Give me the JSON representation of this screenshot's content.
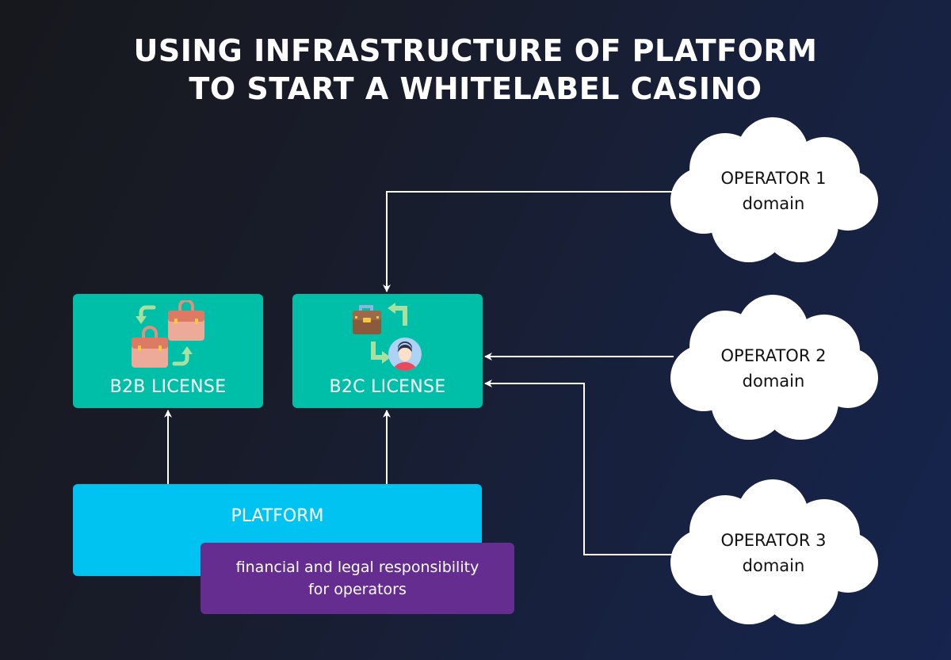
{
  "title": {
    "line1": "USING INFRASTRUCTURE OF PLATFORM",
    "line2": "TO START A WHITELABEL CASINO"
  },
  "licenses": [
    {
      "label": "B2B LICENSE",
      "icon": "briefcase-exchange-icon"
    },
    {
      "label": "B2C LICENSE",
      "icon": "briefcase-to-person-icon"
    }
  ],
  "platform": {
    "label": "PLATFORM",
    "responsibility_line1": "financial and legal responsibility",
    "responsibility_line2": "for operators"
  },
  "operators": [
    {
      "name": "OPERATOR 1",
      "sub": "domain"
    },
    {
      "name": "OPERATOR 2",
      "sub": "domain"
    },
    {
      "name": "OPERATOR 3",
      "sub": "domain"
    }
  ],
  "connections": [
    {
      "from": "PLATFORM",
      "to": "B2B LICENSE"
    },
    {
      "from": "PLATFORM",
      "to": "B2C LICENSE"
    },
    {
      "from": "OPERATOR 1",
      "to": "B2C LICENSE"
    },
    {
      "from": "OPERATOR 2",
      "to": "B2C LICENSE"
    },
    {
      "from": "OPERATOR 3",
      "to": "B2C LICENSE"
    }
  ],
  "colors": {
    "license": "#00BFA8",
    "platform": "#00C3F2",
    "responsibility": "#662D91",
    "cloud": "#FFFFFF",
    "arrow": "#FFFFFF"
  }
}
